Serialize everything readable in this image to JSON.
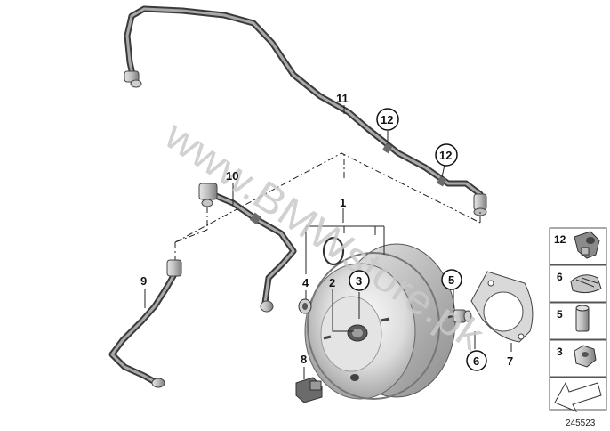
{
  "watermark": "www.BMWstore.pk",
  "figure_number": "245523",
  "callouts": {
    "c1": "1",
    "c2": "2",
    "c3": "3",
    "c4": "4",
    "c5": "5",
    "c6": "6",
    "c7": "7",
    "c8": "8",
    "c9": "9",
    "c10": "10",
    "c11": "11",
    "c12a": "12",
    "c12b": "12"
  },
  "legend": {
    "items": [
      {
        "label": "12",
        "icon": "clamp-clip-icon"
      },
      {
        "label": "6",
        "icon": "hose-clamp-icon"
      },
      {
        "label": "5",
        "icon": "sleeve-icon"
      },
      {
        "label": "3",
        "icon": "hex-nut-icon"
      }
    ],
    "arrow_icon": "direction-arrow-icon"
  }
}
